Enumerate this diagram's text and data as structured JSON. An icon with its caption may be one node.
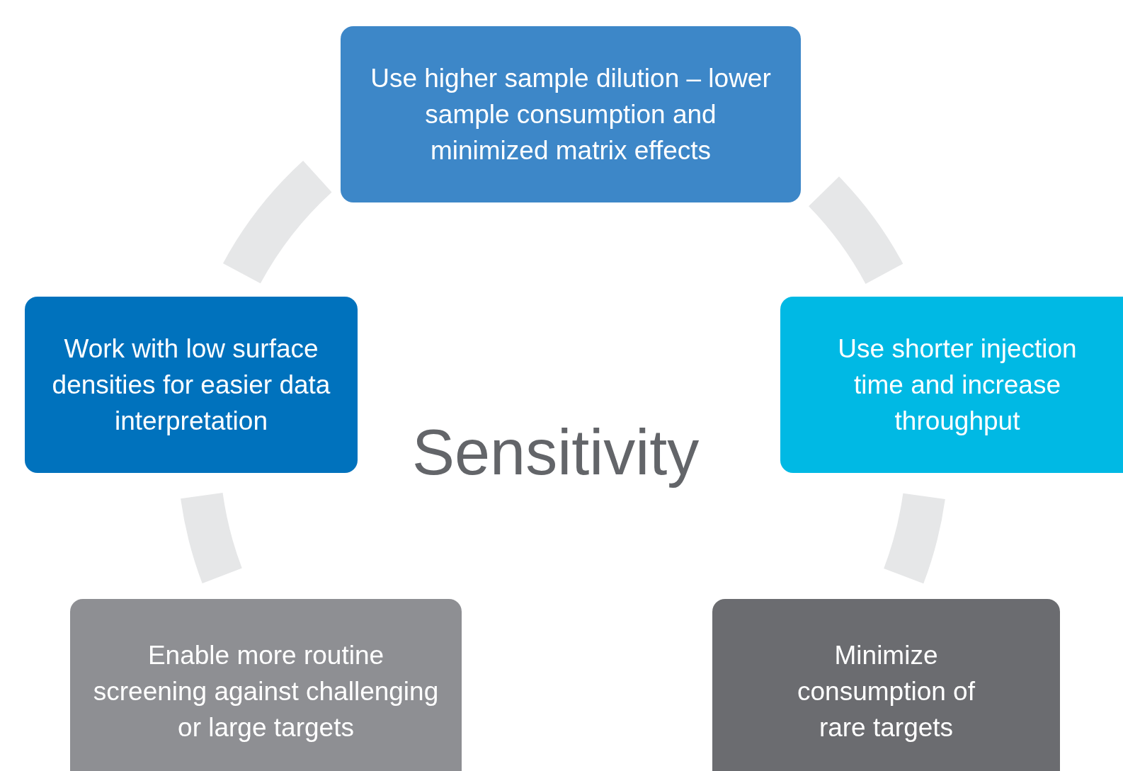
{
  "diagram": {
    "nodes": [
      {
        "text": [
          "Use higher sample dilution – lower sample consumption and minimized matrix effects"
        ]
      },
      {
        "text": [
          "Use shorter injection time and increase throughput"
        ]
      },
      {
        "text": [
          "Minimize consumption of rare targets"
        ]
      },
      {
        "text": [
          "Enable more routine screening against challenging or large targets"
        ]
      },
      {
        "text": [
          "Work with low surface densities for easier data interpretation"
        ]
      }
    ],
    "edges": [
      {
        "from": 0,
        "to": 1,
        "arrow": "none"
      },
      {
        "from": 1,
        "to": 2,
        "arrow": "none"
      },
      {
        "from": 3,
        "to": 4,
        "arrow": "none"
      },
      {
        "from": 4,
        "to": 0,
        "arrow": "none"
      }
    ],
    "labels": [
      "Sensitivity"
    ]
  }
}
